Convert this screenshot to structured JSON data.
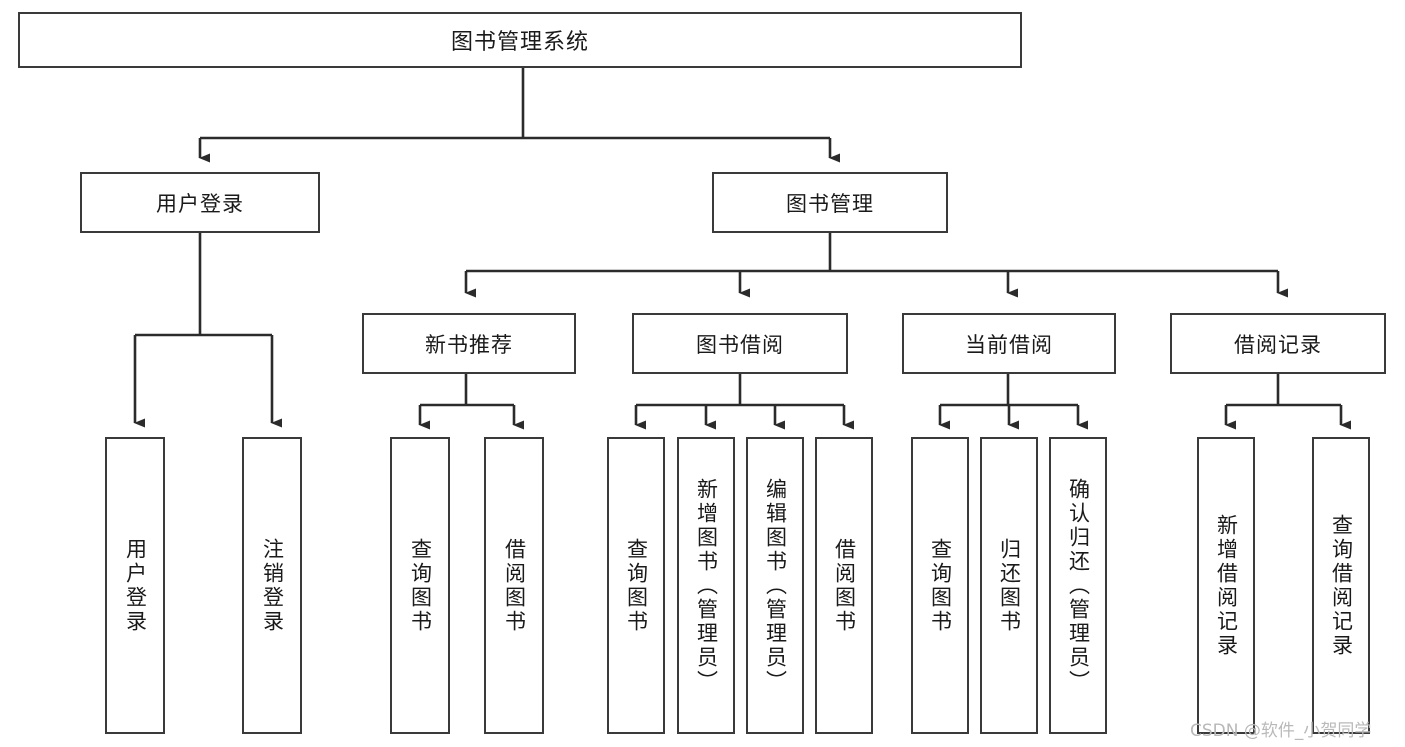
{
  "diagram": {
    "title": "图书管理系统",
    "type": "hierarchy-tree",
    "watermark": "CSDN @软件_小贺同学",
    "colors": {
      "box_border": "#3a3a3a",
      "box_fill": "#ffffff",
      "line": "#2b2b2b",
      "text": "#1a1a1a",
      "watermark": "#b9b9b9",
      "background": "#ffffff"
    },
    "nodes": {
      "root": {
        "label": "图书管理系统"
      },
      "level1": [
        {
          "id": "user-login",
          "label": "用户登录"
        },
        {
          "id": "book-manage",
          "label": "图书管理"
        }
      ],
      "level2": [
        {
          "id": "new-book-recommend",
          "label": "新书推荐"
        },
        {
          "id": "book-borrow",
          "label": "图书借阅"
        },
        {
          "id": "current-borrow",
          "label": "当前借阅"
        },
        {
          "id": "borrow-record",
          "label": "借阅记录"
        }
      ],
      "leaves": {
        "user_login": [
          {
            "id": "leaf-user-login",
            "label": "用户登录"
          },
          {
            "id": "leaf-user-logout",
            "label": "注销登录"
          }
        ],
        "new_book_recommend": [
          {
            "id": "leaf-query-book-1",
            "label": "查询图书"
          },
          {
            "id": "leaf-borrow-book-1",
            "label": "借阅图书"
          }
        ],
        "book_borrow": [
          {
            "id": "leaf-query-book-2",
            "label": "查询图书"
          },
          {
            "id": "leaf-add-book",
            "label": "新增图书（管理员）"
          },
          {
            "id": "leaf-edit-book",
            "label": "编辑图书（管理员）"
          },
          {
            "id": "leaf-borrow-book-2",
            "label": "借阅图书"
          }
        ],
        "current_borrow": [
          {
            "id": "leaf-query-book-3",
            "label": "查询图书"
          },
          {
            "id": "leaf-return-book",
            "label": "归还图书"
          },
          {
            "id": "leaf-confirm-return",
            "label": "确认归还（管理员）"
          }
        ],
        "borrow_record": [
          {
            "id": "leaf-add-record",
            "label": "新增借阅记录"
          },
          {
            "id": "leaf-query-record",
            "label": "查询借阅记录"
          }
        ]
      }
    }
  }
}
